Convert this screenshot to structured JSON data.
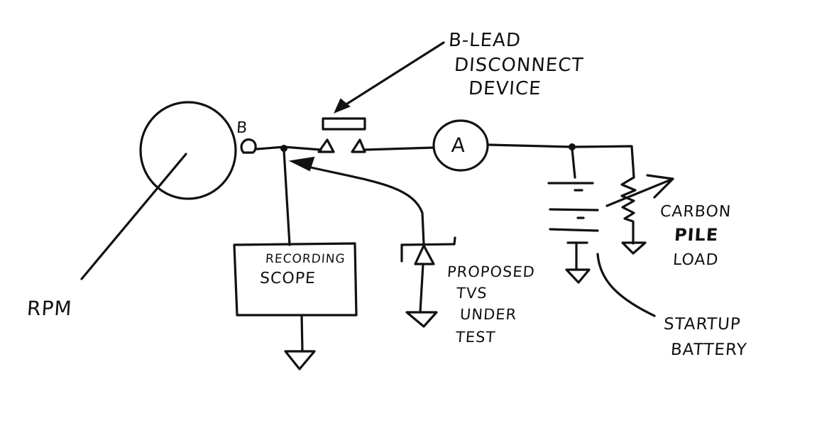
{
  "diagram": {
    "title": "TVS test setup sketch",
    "labels": {
      "disconnect_line1": "B-LEAD",
      "disconnect_line2": "DISCONNECT",
      "disconnect_line3": "DEVICE",
      "terminal_b": "B",
      "ammeter": "A",
      "rpm": "RPM",
      "scope_line1": "RECORDING",
      "scope_line2": "SCOPE",
      "tvs_line1": "PROPOSED",
      "tvs_line2": "TVS",
      "tvs_line3": "UNDER",
      "tvs_line4": "TEST",
      "load_line1": "CARBON",
      "load_line2": "PILE",
      "load_line3": "LOAD",
      "battery_line1": "STARTUP",
      "battery_line2": "BATTERY"
    },
    "components": [
      "alternator",
      "b-terminal",
      "b-lead-disconnect-device",
      "ammeter",
      "recording-scope",
      "tvs-diode",
      "battery",
      "carbon-pile-load",
      "ground"
    ],
    "ink_color": "#111111",
    "paper_color": "#ffffff"
  }
}
